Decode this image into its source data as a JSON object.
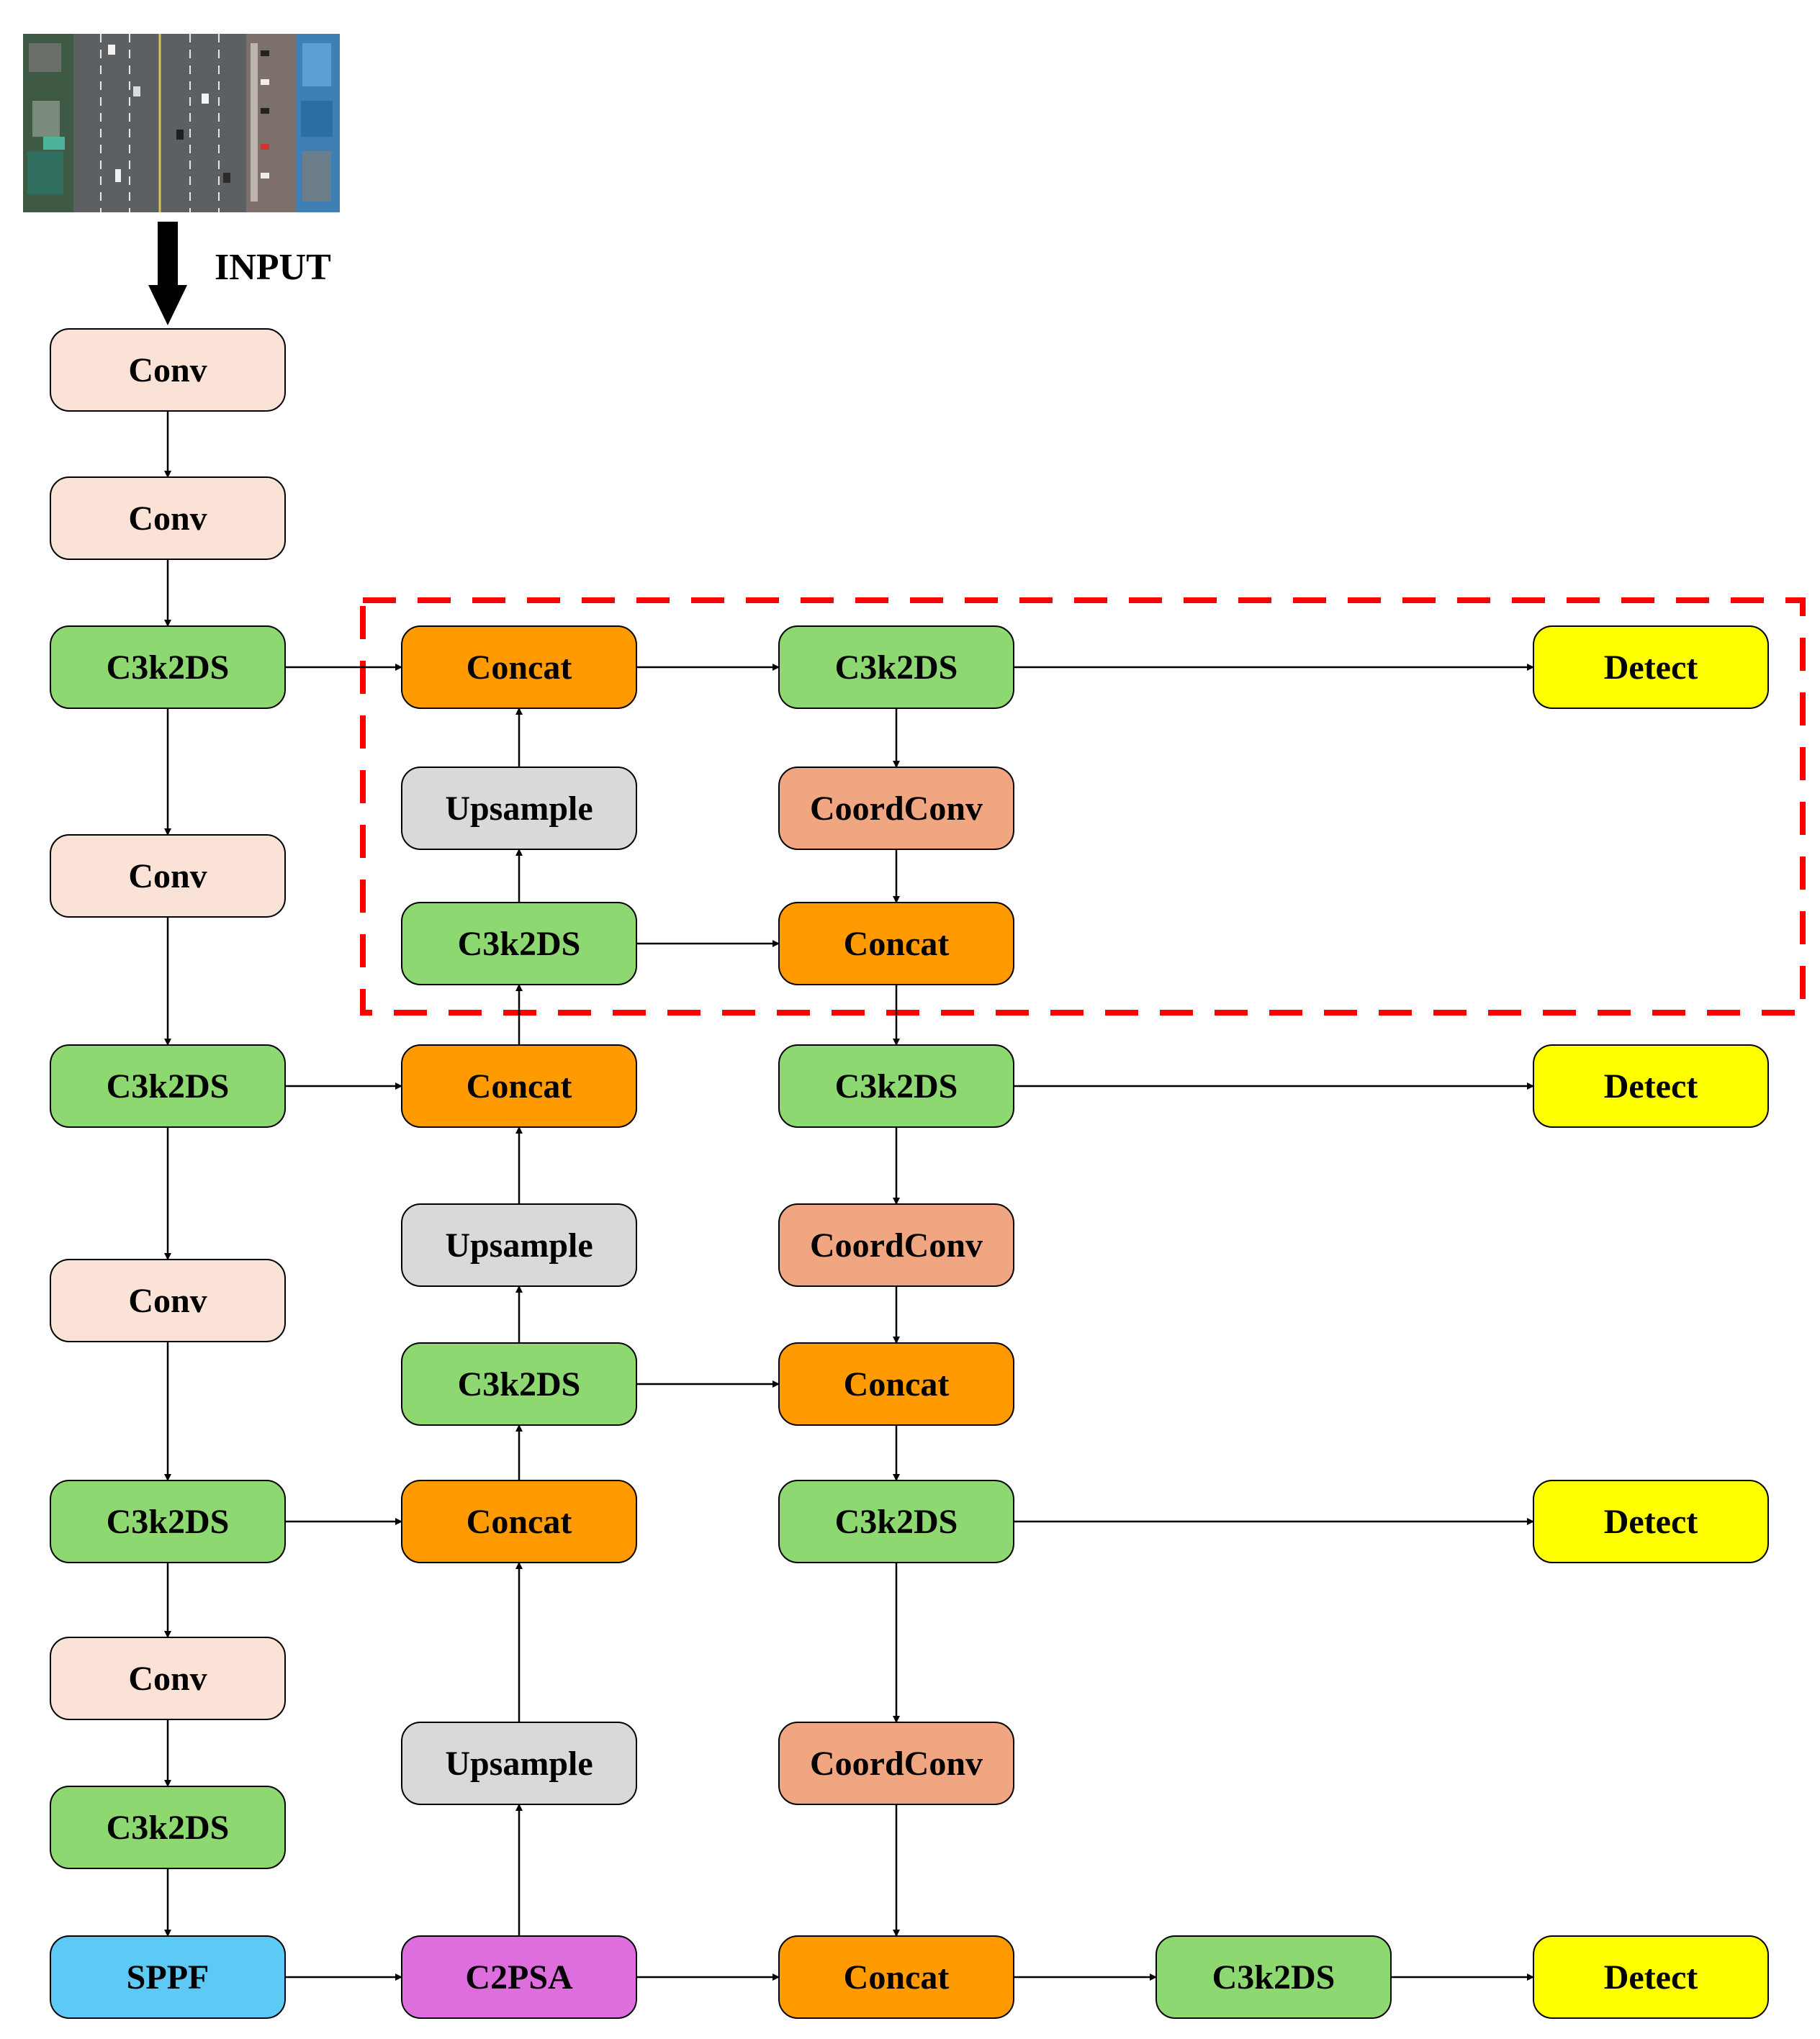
{
  "input": {
    "label": "INPUT"
  },
  "colors": {
    "Conv": "#fbe2d6",
    "C3k2DS": "#8dd870",
    "Concat": "#ff9a00",
    "Upsample": "#d9d9d9",
    "CoordConv": "#f0a680",
    "Detect": "#ffff00",
    "SPPF": "#5ccaf4",
    "C2PSA": "#de6ede",
    "highlight_border": "#ff0000"
  },
  "nodes": [
    {
      "id": "b_conv1",
      "label": "Conv",
      "kind": "Conv"
    },
    {
      "id": "b_conv2",
      "label": "Conv",
      "kind": "Conv"
    },
    {
      "id": "b_c3_1",
      "label": "C3k2DS",
      "kind": "C3k2DS"
    },
    {
      "id": "b_conv3",
      "label": "Conv",
      "kind": "Conv"
    },
    {
      "id": "b_c3_2",
      "label": "C3k2DS",
      "kind": "C3k2DS"
    },
    {
      "id": "b_conv4",
      "label": "Conv",
      "kind": "Conv"
    },
    {
      "id": "b_c3_3",
      "label": "C3k2DS",
      "kind": "C3k2DS"
    },
    {
      "id": "b_conv5",
      "label": "Conv",
      "kind": "Conv"
    },
    {
      "id": "b_c3_4",
      "label": "C3k2DS",
      "kind": "C3k2DS"
    },
    {
      "id": "b_sppf",
      "label": "SPPF",
      "kind": "SPPF"
    },
    {
      "id": "n_concat_a",
      "label": "Concat",
      "kind": "Concat"
    },
    {
      "id": "n_up_a",
      "label": "Upsample",
      "kind": "Upsample"
    },
    {
      "id": "n_c3_a",
      "label": "C3k2DS",
      "kind": "C3k2DS"
    },
    {
      "id": "n_concat_b",
      "label": "Concat",
      "kind": "Concat"
    },
    {
      "id": "n_up_b",
      "label": "Upsample",
      "kind": "Upsample"
    },
    {
      "id": "n_c3_b",
      "label": "C3k2DS",
      "kind": "C3k2DS"
    },
    {
      "id": "n_concat_c",
      "label": "Concat",
      "kind": "Concat"
    },
    {
      "id": "n_up_c",
      "label": "Upsample",
      "kind": "Upsample"
    },
    {
      "id": "n_c2psa",
      "label": "C2PSA",
      "kind": "C2PSA"
    },
    {
      "id": "h_c3_a",
      "label": "C3k2DS",
      "kind": "C3k2DS"
    },
    {
      "id": "h_coord_a",
      "label": "CoordConv",
      "kind": "CoordConv"
    },
    {
      "id": "h_concat_a",
      "label": "Concat",
      "kind": "Concat"
    },
    {
      "id": "h_c3_b",
      "label": "C3k2DS",
      "kind": "C3k2DS"
    },
    {
      "id": "h_coord_b",
      "label": "CoordConv",
      "kind": "CoordConv"
    },
    {
      "id": "h_concat_b",
      "label": "Concat",
      "kind": "Concat"
    },
    {
      "id": "h_c3_c",
      "label": "C3k2DS",
      "kind": "C3k2DS"
    },
    {
      "id": "h_coord_c",
      "label": "CoordConv",
      "kind": "CoordConv"
    },
    {
      "id": "h_concat_c",
      "label": "Concat",
      "kind": "Concat"
    },
    {
      "id": "h_c3_d",
      "label": "C3k2DS",
      "kind": "C3k2DS"
    },
    {
      "id": "det_1",
      "label": "Detect",
      "kind": "Detect"
    },
    {
      "id": "det_2",
      "label": "Detect",
      "kind": "Detect"
    },
    {
      "id": "det_3",
      "label": "Detect",
      "kind": "Detect"
    },
    {
      "id": "det_4",
      "label": "Detect",
      "kind": "Detect"
    }
  ],
  "edges": [
    [
      "b_conv1",
      "b_conv2"
    ],
    [
      "b_conv2",
      "b_c3_1"
    ],
    [
      "b_c3_1",
      "b_conv3"
    ],
    [
      "b_conv3",
      "b_c3_2"
    ],
    [
      "b_c3_2",
      "b_conv4"
    ],
    [
      "b_conv4",
      "b_c3_3"
    ],
    [
      "b_c3_3",
      "b_conv5"
    ],
    [
      "b_conv5",
      "b_c3_4"
    ],
    [
      "b_c3_4",
      "b_sppf"
    ],
    [
      "b_sppf",
      "n_c2psa"
    ],
    [
      "n_c2psa",
      "n_up_c"
    ],
    [
      "n_up_c",
      "n_concat_c"
    ],
    [
      "b_c3_3",
      "n_concat_c"
    ],
    [
      "n_concat_c",
      "n_c3_b"
    ],
    [
      "n_c3_b",
      "n_up_b"
    ],
    [
      "n_up_b",
      "n_concat_b"
    ],
    [
      "b_c3_2",
      "n_concat_b"
    ],
    [
      "n_concat_b",
      "n_c3_a"
    ],
    [
      "n_c3_a",
      "n_up_a"
    ],
    [
      "n_up_a",
      "n_concat_a"
    ],
    [
      "b_c3_1",
      "n_concat_a"
    ],
    [
      "n_concat_a",
      "h_c3_a"
    ],
    [
      "h_c3_a",
      "det_1"
    ],
    [
      "h_c3_a",
      "h_coord_a"
    ],
    [
      "h_coord_a",
      "h_concat_a"
    ],
    [
      "n_c3_a",
      "h_concat_a"
    ],
    [
      "h_concat_a",
      "h_c3_b"
    ],
    [
      "h_c3_b",
      "det_2"
    ],
    [
      "h_c3_b",
      "h_coord_b"
    ],
    [
      "h_coord_b",
      "h_concat_b"
    ],
    [
      "n_c3_b",
      "h_concat_b"
    ],
    [
      "h_concat_b",
      "h_c3_c"
    ],
    [
      "h_c3_c",
      "det_3"
    ],
    [
      "h_c3_c",
      "h_coord_c"
    ],
    [
      "h_coord_c",
      "h_concat_c"
    ],
    [
      "n_c2psa",
      "h_concat_c"
    ],
    [
      "h_concat_c",
      "h_c3_d"
    ],
    [
      "h_c3_d",
      "det_4"
    ]
  ]
}
